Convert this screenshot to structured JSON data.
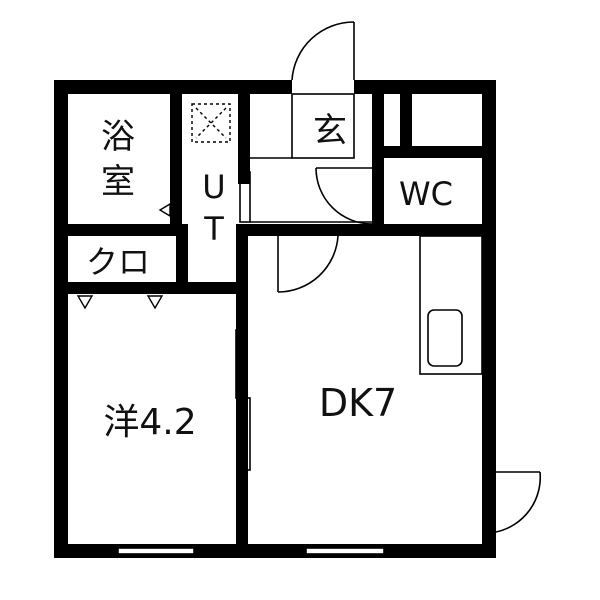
{
  "rooms": {
    "bath_line1": "浴",
    "bath_line2": "室",
    "ut_u": "U",
    "ut_t": "T",
    "entrance": "玄",
    "toilet": "WC",
    "closet": "クロ",
    "western": "洋4.2",
    "dk": "DK7"
  }
}
